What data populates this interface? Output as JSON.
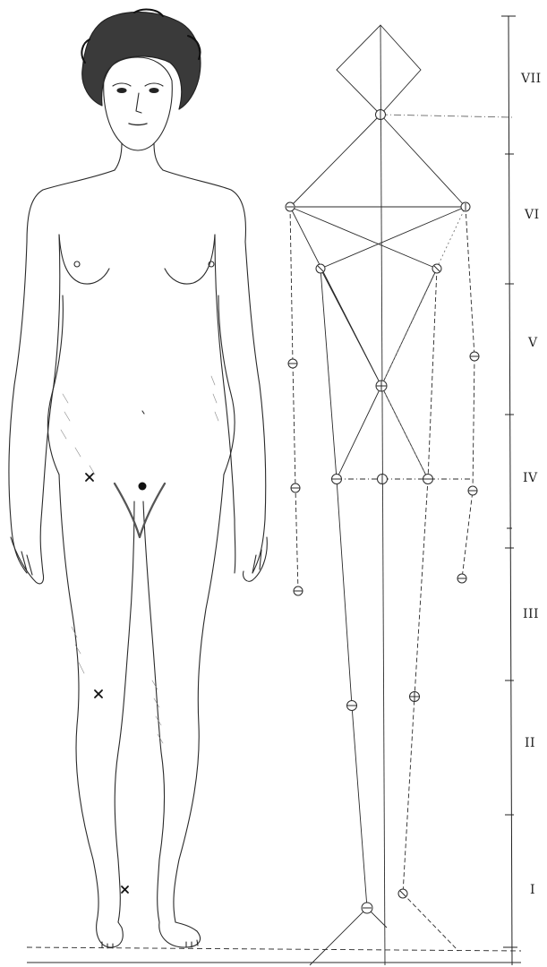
{
  "illustration": {
    "subject": "standing-figure",
    "ink_color": "#2a2a2a",
    "paper_color": "#ffffff"
  },
  "scale": {
    "units": [
      "VII",
      "VI",
      "V",
      "IV",
      "III",
      "II",
      "I"
    ]
  },
  "icons": {
    "joint_marker": "circle-with-tick",
    "cross_marker": "x-mark",
    "dot_marker": "filled-dot"
  }
}
